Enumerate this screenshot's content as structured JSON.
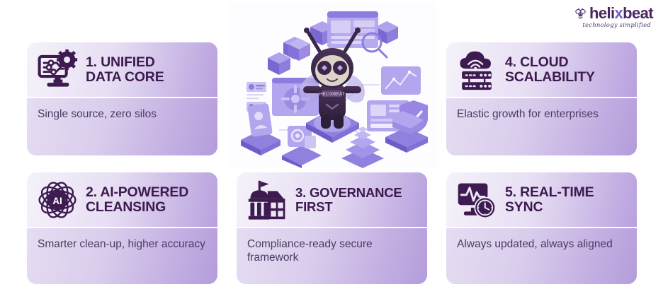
{
  "brand": {
    "logo_icon": "helixbeat-bee-mark-icon",
    "name_part_1": "heli",
    "name_part_x": "x",
    "name_part_2": "beat",
    "tagline": "technology simplified",
    "accent_dark": "#4a2560",
    "accent_light": "#7b5cc4"
  },
  "hero": {
    "illustration_name": "isometric-bee-mascot-data-platform-illustration",
    "mascot_label": "HELIXBEAT"
  },
  "colors": {
    "card_gradient_start": "#f3eff9",
    "card_gradient_end": "#b69fdd",
    "title_color": "#3d1a4f",
    "body_color": "#4b3b63",
    "icon_color": "#3d1a4f"
  },
  "cards": [
    {
      "id": "card-1",
      "icon": "monitor-data-core-gear-icon",
      "title": "1. UNIFIED\nDATA CORE",
      "title_line_1": "1. UNIFIED",
      "title_line_2": "DATA CORE",
      "description": "Single source, zero silos"
    },
    {
      "id": "card-2",
      "icon": "ai-atom-orbit-icon",
      "title": "2. AI-POWERED\nCLEANSING",
      "title_line_1": "2. AI-POWERED",
      "title_line_2": "CLEANSING",
      "description": "Smarter clean-up, higher accuracy"
    },
    {
      "id": "card-3",
      "icon": "government-building-flag-icon",
      "title": "3. GOVERNANCE\nFIRST",
      "title_line_1": "3. GOVERNANCE",
      "title_line_2": "FIRST",
      "description": "Compliance-ready secure framework"
    },
    {
      "id": "card-4",
      "icon": "cloud-wifi-server-rack-icon",
      "title": "4. CLOUD\nSCALABILITY",
      "title_line_1": "4. CLOUD",
      "title_line_2": "SCALABILITY",
      "description": "Elastic growth for enterprises"
    },
    {
      "id": "card-5",
      "icon": "monitor-pulse-clock-icon",
      "title": "5. REAL-TIME\nSYNC",
      "title_line_1": "5. REAL-TIME",
      "title_line_2": "SYNC",
      "description": "Always updated, always aligned"
    }
  ]
}
